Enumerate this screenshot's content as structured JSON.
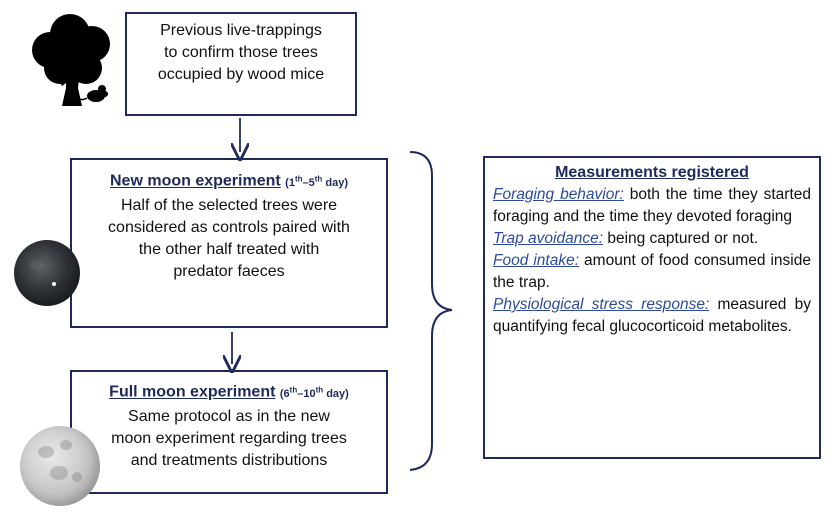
{
  "trapping_box": {
    "lines": [
      "Previous live-trappings",
      "to confirm those trees",
      "occupied by wood mice"
    ]
  },
  "new_moon": {
    "title": "New moon experiment",
    "days_open": "(1",
    "day_start_sup": "th",
    "days_dash": "–5",
    "day_end_sup": "th",
    "days_close": " day)",
    "lines": [
      "Half of the selected trees were",
      "considered as controls paired with",
      "the other half treated with",
      "predator faeces"
    ]
  },
  "full_moon": {
    "title": "Full moon experiment",
    "days_open": "(6",
    "day_start_sup": "th",
    "days_dash": "–10",
    "day_end_sup": "th",
    "days_close": " day)",
    "lines": [
      "Same protocol as in the new",
      "moon experiment regarding trees",
      "and treatments distributions"
    ]
  },
  "measurements": {
    "title": "Measurements registered",
    "items": [
      {
        "term": "Foraging behavior",
        "colon": ":",
        "text": " both the time they started foraging and the time they devoted foraging"
      },
      {
        "term": "Trap avoidance",
        "colon": ":",
        "text": " being captured or not."
      },
      {
        "term": "Food intake:",
        "colon": "",
        "text": " amount of food consumed inside the trap."
      },
      {
        "term": "Physiological stress response:",
        "colon": "",
        "text": " measured by quantifying fecal glucocorticoid metabolites."
      }
    ]
  },
  "icons": {
    "tree": "tree-with-mouse-icon",
    "new_moon": "new-moon-image",
    "full_moon": "full-moon-image"
  },
  "colors": {
    "border": "#1f2a5c",
    "term": "#2e4a9e"
  }
}
